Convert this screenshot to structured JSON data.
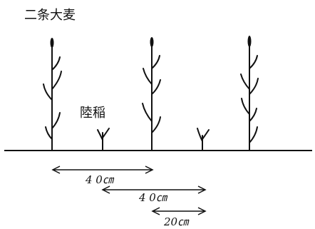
{
  "labels": {
    "barley": "二条大麦",
    "rice": "陸稲"
  },
  "measurements": [
    "4 0㎝",
    "4 0㎝",
    "20㎝"
  ]
}
